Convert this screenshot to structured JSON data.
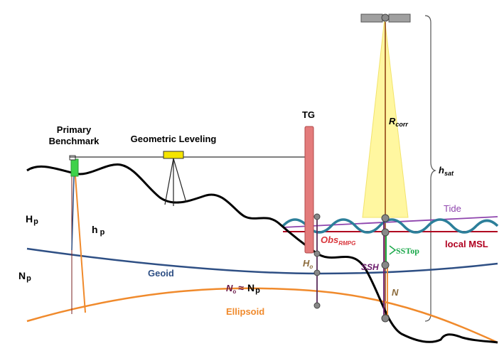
{
  "labels": {
    "primary_benchmark_1": "Primary",
    "primary_benchmark_2": "Benchmark",
    "geometric_leveling": "Geometric Leveling",
    "tg": "TG",
    "r_corr_main": "R",
    "r_corr_sub": "corr",
    "h_sat_main": "h",
    "h_sat_sub": "sat",
    "tide": "Tide",
    "obs_main": "Obs",
    "obs_sub": "RMPG",
    "local_msl": "local MSL",
    "sstop": "SSTop",
    "ssh": "SSH",
    "h_o_main": "H",
    "h_o_sub": "o",
    "n": "N",
    "h_p_upper_main": "H",
    "h_p_upper_sub": "p",
    "h_p_lower_main": "h",
    "h_p_lower_sub": "p",
    "n_p_left_main": "N",
    "n_p_left_sub": "p",
    "geoid": "Geoid",
    "n_o_main": "N",
    "n_o_sub": "o",
    "approx": "≈",
    "n_p_mid_main": "N",
    "n_p_mid_sub": "p",
    "ellipsoid": "Ellipsoid"
  },
  "colors": {
    "terrain": "#000000",
    "geoid": "#2e4f84",
    "ellipsoid": "#f08a2c",
    "tide": "#8e44ad",
    "local_msl": "#b00020",
    "sea_wave": "#2c7f9a",
    "tide_gauge": "#e37b7b",
    "beam": "#fff7a0",
    "sstop": "#1aa84a",
    "ssh": "#6a1a6a",
    "obs": "#d9343a",
    "leveling": "#f5e400",
    "benchmark": "#3fd24a"
  },
  "icons": {
    "satellite": "satellite-icon",
    "benchmark": "benchmark-marker",
    "leveling_instrument": "leveling-instrument-icon"
  }
}
